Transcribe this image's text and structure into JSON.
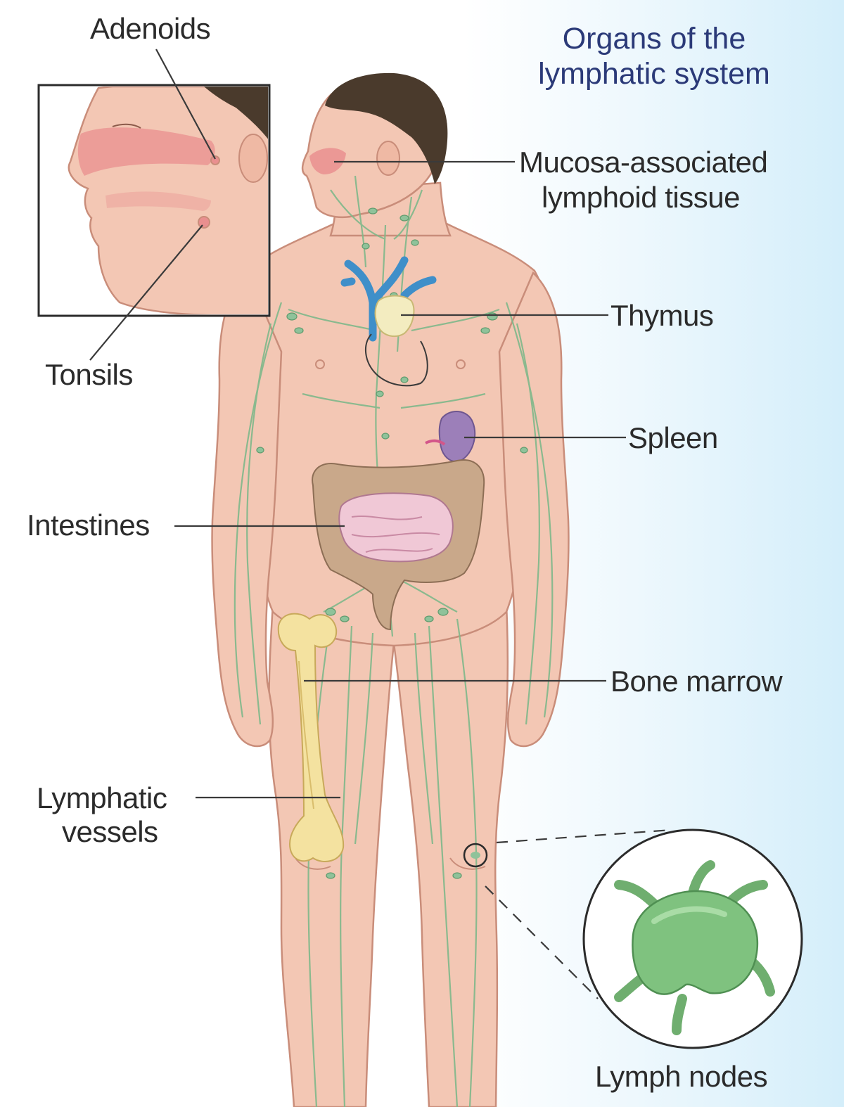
{
  "title": {
    "line1": "Organs of the",
    "line2": "lymphatic system"
  },
  "labels": {
    "adenoids": "Adenoids",
    "tonsils": "Tonsils",
    "malt_line1": "Mucosa-associated",
    "malt_line2": "lymphoid tissue",
    "thymus": "Thymus",
    "spleen": "Spleen",
    "intestines": "Intestines",
    "bone_marrow": "Bone marrow",
    "lymphatic_vessels_line1": "Lymphatic",
    "lymphatic_vessels_line2": "vessels",
    "lymph_nodes": "Lymph nodes"
  },
  "colors": {
    "title": "#2b3a78",
    "label": "#2b2b2b",
    "skin": "#f3c7b4",
    "skin_outline": "#c98d7a",
    "hair": "#4a3a2c",
    "lymph_green": "#7fb88a",
    "thymus": "#f3ecc0",
    "vein_blue": "#3f8fc9",
    "spleen": "#9c7fb9",
    "intestine_large": "#c9a88a",
    "intestine_small": "#f0c8d6",
    "bone": "#f4e2a0",
    "mucosa": "#e98f8f"
  }
}
